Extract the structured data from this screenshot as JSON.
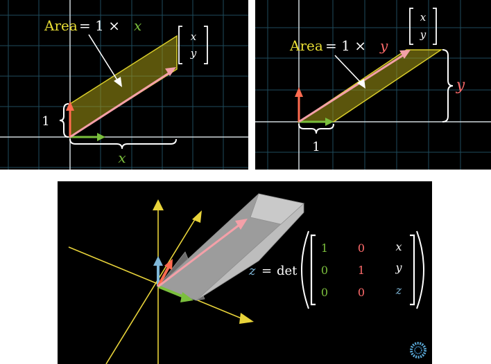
{
  "panel_x": {
    "area_word": "Area",
    "area_eq": "= 1 ×",
    "area_var": "x",
    "vec_top": "x",
    "vec_bottom": "y",
    "height_label": "1",
    "width_label": "x"
  },
  "panel_y": {
    "area_word": "Area",
    "area_eq": "= 1 ×",
    "area_var": "y",
    "vec_top": "x",
    "vec_bottom": "y",
    "height_label": "y",
    "width_label": "1"
  },
  "panel_3d": {
    "z_label": "z",
    "eq": "=",
    "det": "det",
    "matrix": [
      [
        "1",
        "0",
        "x"
      ],
      [
        "0",
        "1",
        "y"
      ],
      [
        "0",
        "0",
        "z"
      ]
    ]
  },
  "colors": {
    "grid": "#1f4d5e",
    "axis": "#cfd8dc",
    "parallelogram": "#d8cc2a",
    "vector": "#f4a0a8",
    "i_hat": "#7bbf3d",
    "j_hat": "#ff6b50",
    "k_hat": "#7fb7d8",
    "axis3d": "#e8d33a",
    "prism": "#b8b8b8",
    "label": "#ffffff"
  }
}
